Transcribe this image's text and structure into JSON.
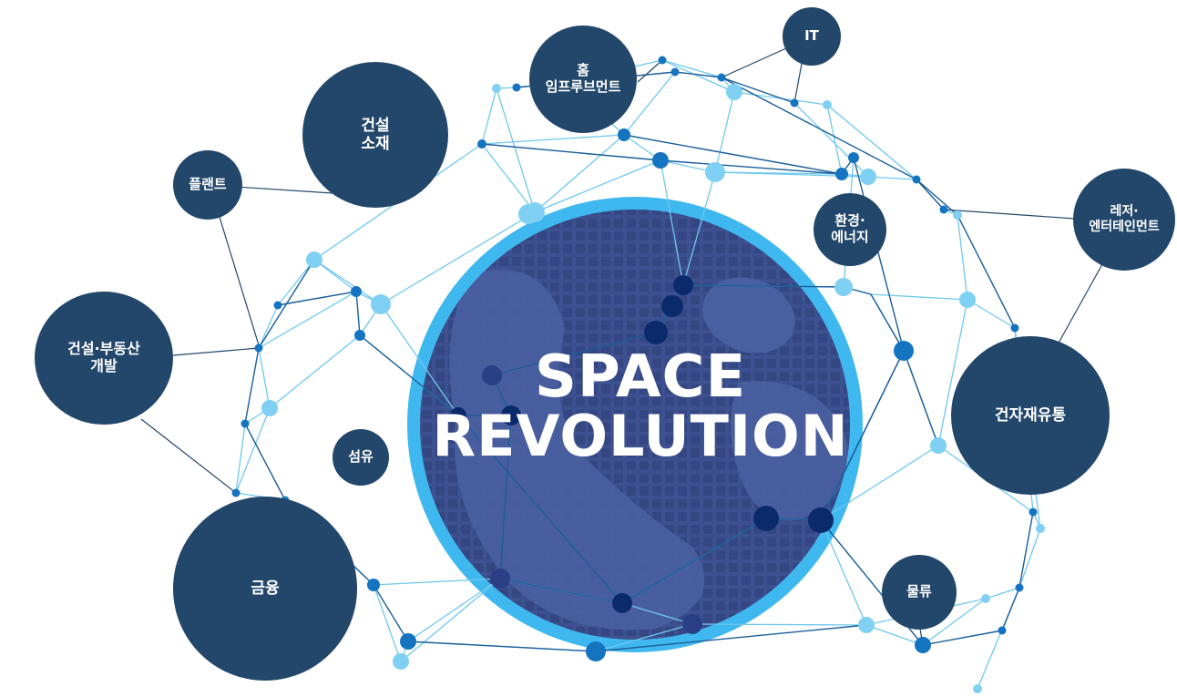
{
  "core": {
    "line1": "SPACE",
    "line2": "REVOLUTION"
  },
  "topics": {
    "home_improvement": "홈\n임프루브먼트",
    "it": "IT",
    "construction_materials": "건설\n소재",
    "plant": "플랜트",
    "environment_energy": "환경·\n에너지",
    "leisure_entertainment": "레저·\n엔터테인먼트",
    "construction_real_estate": "건설·부동산\n개발",
    "building_materials_distribution": "건자재유통",
    "textiles": "섬유",
    "finance": "금융",
    "logistics": "물류"
  },
  "colors": {
    "topic_circle": "#23476b",
    "core_fill": "#4a5f9f",
    "core_ring": "#3fb8ef",
    "line_light": "#6fc8ee",
    "line_dark": "#1a5e9a",
    "node_light": "#7fd0f2",
    "node_mid": "#1574c0",
    "node_dark": "#0b2a6b"
  }
}
